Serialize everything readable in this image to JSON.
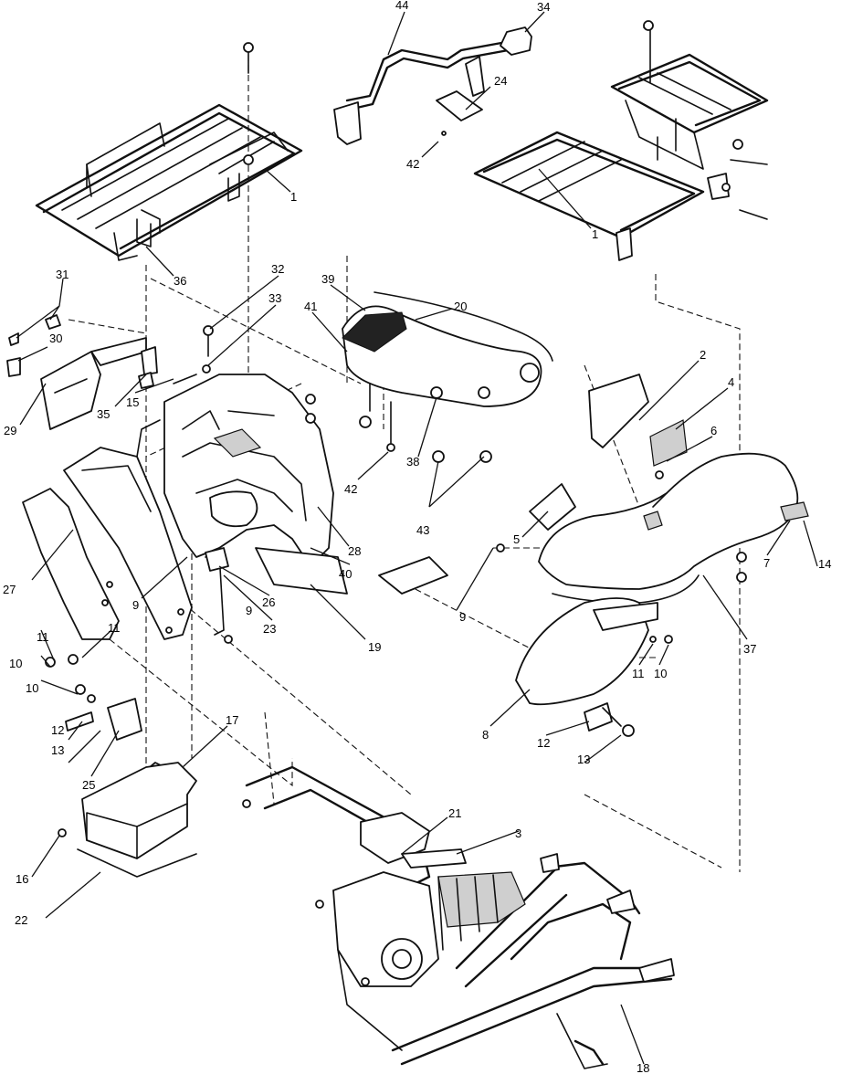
{
  "diagram": {
    "callouts": [
      {
        "id": "c44",
        "text": "44"
      },
      {
        "id": "c34",
        "text": "34"
      },
      {
        "id": "c24",
        "text": "24"
      },
      {
        "id": "c42a",
        "text": "42"
      },
      {
        "id": "c1a",
        "text": "1"
      },
      {
        "id": "c1b",
        "text": "1"
      },
      {
        "id": "c36",
        "text": "36"
      },
      {
        "id": "c31",
        "text": "31"
      },
      {
        "id": "c32",
        "text": "32"
      },
      {
        "id": "c33",
        "text": "33"
      },
      {
        "id": "c39",
        "text": "39"
      },
      {
        "id": "c20",
        "text": "20"
      },
      {
        "id": "c41",
        "text": "41"
      },
      {
        "id": "c30",
        "text": "30"
      },
      {
        "id": "c35",
        "text": "35"
      },
      {
        "id": "c29",
        "text": "29"
      },
      {
        "id": "c15",
        "text": "15"
      },
      {
        "id": "c2",
        "text": "2"
      },
      {
        "id": "c4",
        "text": "4"
      },
      {
        "id": "c6",
        "text": "6"
      },
      {
        "id": "c38",
        "text": "38"
      },
      {
        "id": "c42b",
        "text": "42"
      },
      {
        "id": "c43",
        "text": "43"
      },
      {
        "id": "c5",
        "text": "5"
      },
      {
        "id": "c28",
        "text": "28"
      },
      {
        "id": "c27",
        "text": "27"
      },
      {
        "id": "c40",
        "text": "40"
      },
      {
        "id": "c9a",
        "text": "9"
      },
      {
        "id": "c9b",
        "text": "9"
      },
      {
        "id": "c9c",
        "text": "9"
      },
      {
        "id": "c26",
        "text": "26"
      },
      {
        "id": "c23",
        "text": "23"
      },
      {
        "id": "c19",
        "text": "19"
      },
      {
        "id": "c7",
        "text": "7"
      },
      {
        "id": "c14",
        "text": "14"
      },
      {
        "id": "c37",
        "text": "37"
      },
      {
        "id": "c11a",
        "text": "11"
      },
      {
        "id": "c11b",
        "text": "11"
      },
      {
        "id": "c11c",
        "text": "11"
      },
      {
        "id": "c10a",
        "text": "10"
      },
      {
        "id": "c10b",
        "text": "10"
      },
      {
        "id": "c10c",
        "text": "10"
      },
      {
        "id": "c13a",
        "text": "13"
      },
      {
        "id": "c13b",
        "text": "13"
      },
      {
        "id": "c12a",
        "text": "12"
      },
      {
        "id": "c12b",
        "text": "12"
      },
      {
        "id": "c25",
        "text": "25"
      },
      {
        "id": "c8",
        "text": "8"
      },
      {
        "id": "c17",
        "text": "17"
      },
      {
        "id": "c21",
        "text": "21"
      },
      {
        "id": "c3",
        "text": "3"
      },
      {
        "id": "c16",
        "text": "16"
      },
      {
        "id": "c22",
        "text": "22"
      },
      {
        "id": "c18",
        "text": "18"
      }
    ]
  }
}
